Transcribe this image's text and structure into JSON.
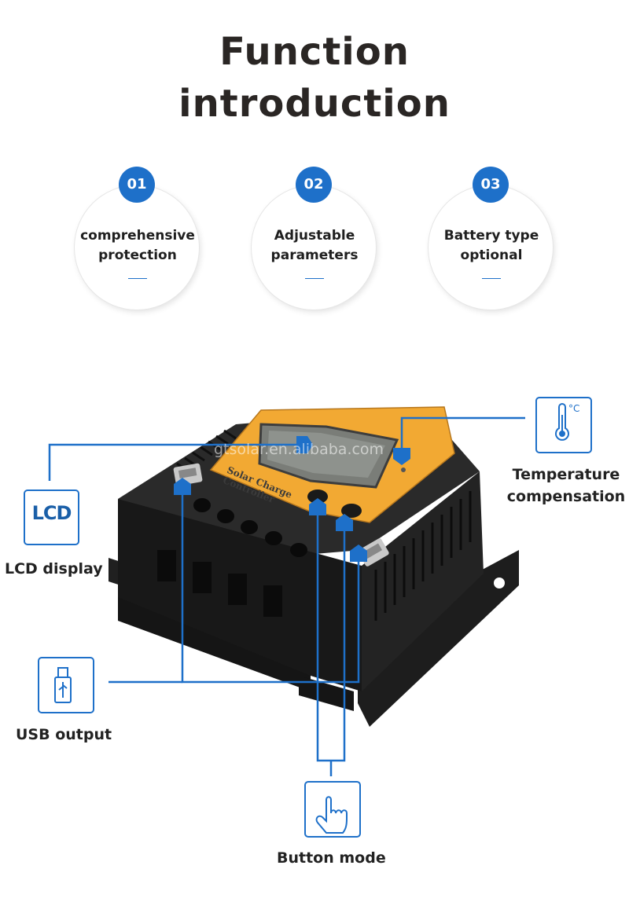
{
  "header": {
    "title_line1": "Function",
    "title_line2": "introduction"
  },
  "features": [
    {
      "number": "01",
      "line1": "comprehensive",
      "line2": "protection"
    },
    {
      "number": "02",
      "line1": "Adjustable",
      "line2": "parameters"
    },
    {
      "number": "03",
      "line1": "Battery type",
      "line2": "optional"
    }
  ],
  "device": {
    "panel_line1": "Solar Charge",
    "panel_line2": "Controller",
    "watermark": "gtsolar.en.alibaba.com"
  },
  "callouts": {
    "lcd": {
      "icon_text": "LCD",
      "label": "LCD display",
      "icon": "lcd-icon"
    },
    "usb": {
      "label": "USB output",
      "icon": "usb-icon"
    },
    "button": {
      "label": "Button mode",
      "icon": "finger-press-icon"
    },
    "temperature": {
      "icon_text": "°C",
      "line1": "Temperature",
      "line2": "compensation",
      "icon": "thermometer-icon"
    }
  },
  "colors": {
    "accent": "#1e70c9",
    "panel": "#f2a933",
    "body": "#1c1c1c",
    "title": "#2a2624"
  }
}
